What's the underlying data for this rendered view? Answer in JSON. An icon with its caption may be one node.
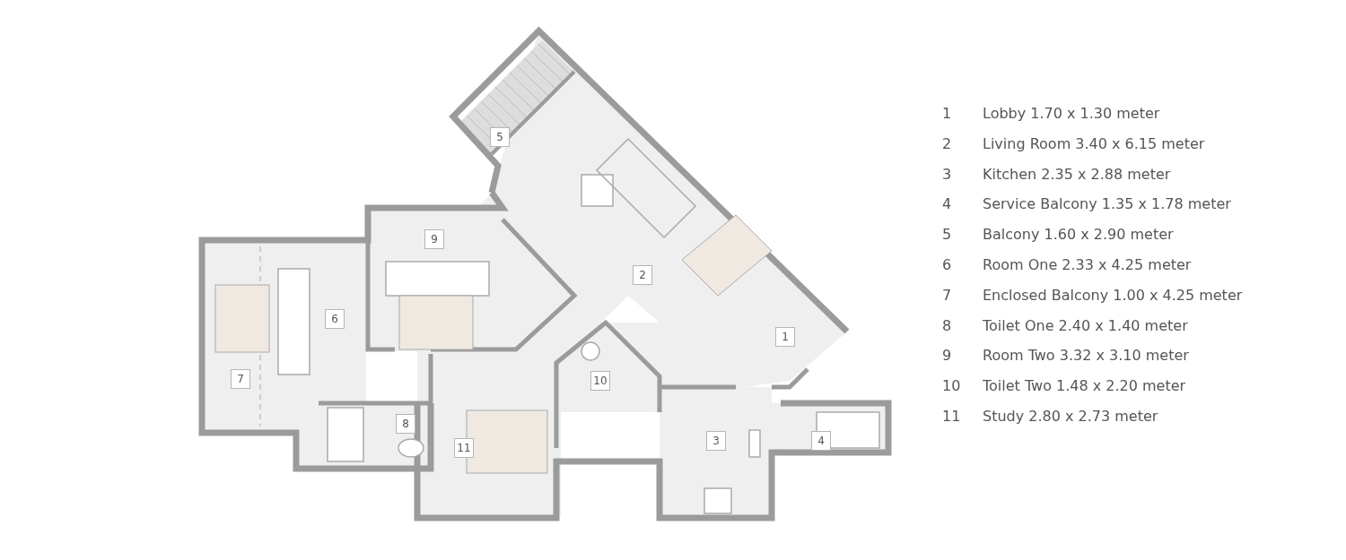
{
  "diagram": {
    "nodes": [
      {
        "text": [
          "1"
        ]
      },
      {
        "text": [
          "2"
        ]
      },
      {
        "text": [
          "3"
        ]
      },
      {
        "text": [
          "4"
        ]
      },
      {
        "text": [
          "5"
        ]
      },
      {
        "text": [
          "6"
        ]
      },
      {
        "text": [
          "7"
        ]
      },
      {
        "text": [
          "8"
        ]
      },
      {
        "text": [
          "9"
        ]
      },
      {
        "text": [
          "10"
        ]
      },
      {
        "text": [
          "11"
        ]
      }
    ],
    "labels": [
      "1",
      "Lobby 1.70 x 1.30 meter",
      "2",
      "Living Room 3.40 x 6.15 meter",
      "3",
      "Kitchen 2.35 x 2.88 meter",
      "4",
      "Service Balcony 1.35 x 1.78 meter",
      "5",
      "Balcony 1.60 x 2.90 meter",
      "6",
      "Room One 2.33 x 4.25 meter",
      "7",
      "Enclosed Balcony 1.00 x 4.25 meter",
      "8",
      "Toilet One 2.40 x 1.40 meter",
      "9",
      "Room Two 3.32 x 3.10 meter",
      "10",
      "Toilet Two 1.48 x 2.20 meter",
      "11",
      "Study 2.80 x 2.73 meter"
    ]
  }
}
